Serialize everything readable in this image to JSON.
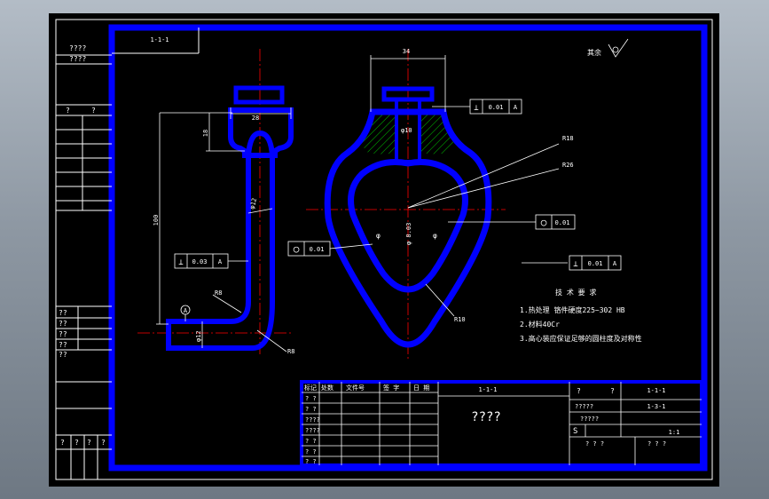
{
  "colors": {
    "background": "#000000",
    "frame": "#0000ff",
    "lines": "#ffffff",
    "centerline": "#ff0000",
    "hatch": "#00ff00"
  },
  "sheet": {
    "corner_code": "1-1-1",
    "left_stamp_line1": "????",
    "left_stamp_line2": "????",
    "left_col_label_a": "?",
    "left_col_label_b": "?",
    "left_small_labels": [
      "??",
      "??",
      "??",
      "??",
      "??"
    ],
    "left_bottom_labels": [
      "?",
      "?",
      "?",
      "?"
    ]
  },
  "drawing": {
    "surface_finish_label": "其余",
    "dimensions": {
      "width_top": "28",
      "height_small": "18",
      "height_total": "100",
      "dia_rod": "φ12",
      "hole": "φ12",
      "radius_r8_upper": "R8",
      "radius_r8_lower": "R8",
      "width_right": "34",
      "radius_r18": "R18",
      "radius_r26": "R26",
      "radius_r10": "R10",
      "dia_left_bore": "φ10",
      "dia_mid": "φ 8.03",
      "angle_left": "φ",
      "angle_right": "φ"
    },
    "datum_label": "A",
    "tolerances": [
      {
        "symbol": "⊥",
        "value": "0.03",
        "datum": "A"
      },
      {
        "symbol": "○",
        "value": "0.01",
        "datum": ""
      },
      {
        "symbol": "⊥",
        "value": "0.01",
        "datum": "A"
      },
      {
        "symbol": "○",
        "value": "0.01",
        "datum": ""
      },
      {
        "symbol": "⊥",
        "value": "0.01",
        "datum": "A"
      }
    ],
    "tech_requirements": {
      "title": "技 术 要 求",
      "items": [
        "1.热处理  铬件硬度225~302 HB",
        "2.材料40Cr",
        "3.高心装应保证足够的圆柱度及对称性"
      ]
    }
  },
  "title_block": {
    "header": [
      "标记",
      "处数",
      "文件号",
      "签 字",
      "日 期"
    ],
    "row_labels": [
      "? ?",
      "? ?",
      "????",
      "????",
      "? ?",
      "? ?",
      "? ?"
    ],
    "code_top": "1-1-1",
    "part_name": "????",
    "right_top_a": "?",
    "right_top_b": "?",
    "right_code": "1-1-1",
    "right_r2_a": "?????",
    "right_r2_b": "1-3-1",
    "right_r3": "?????",
    "scale": "1:1",
    "s_label": "S",
    "bottom_a": "? ? ?",
    "bottom_b": "? ? ?"
  }
}
